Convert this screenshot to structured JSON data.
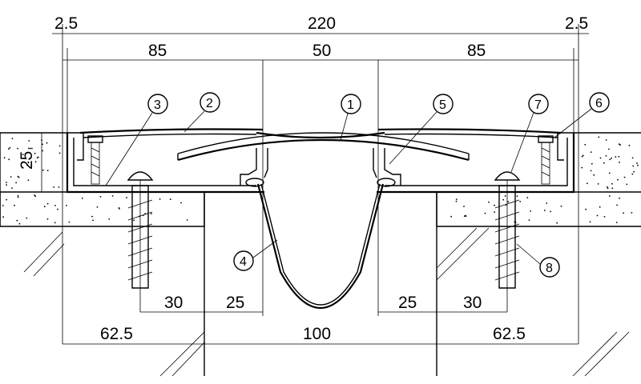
{
  "dimensions": {
    "top_left_edge": "2.5",
    "top_overall": "220",
    "top_right_edge": "2.5",
    "mid_left_plate": "85",
    "mid_center_gap": "50",
    "mid_right_plate": "85",
    "height_left": "25",
    "anchor_left_30": "30",
    "anchor_left_25": "25",
    "anchor_right_25": "25",
    "anchor_right_30": "30",
    "bottom_left": "62.5",
    "bottom_center": "100",
    "bottom_right": "62.5"
  },
  "callouts": [
    "1",
    "2",
    "3",
    "4",
    "5",
    "6",
    "7",
    "8"
  ]
}
